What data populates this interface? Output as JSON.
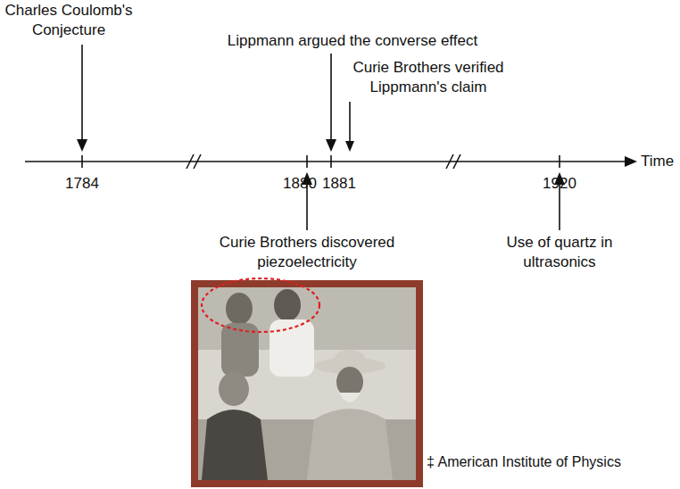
{
  "diagram": {
    "labels": [
      "Charles Coulomb's Conjecture",
      "Lippmann argued the converse effect",
      "Curie Brothers verified Lippmann's claim",
      "Time",
      "1784",
      "1880",
      "1881",
      "1920",
      "Curie Brothers discovered piezoelectricity",
      "Use of quartz in ultrasonics",
      "‡ American Institute of Physics"
    ]
  }
}
